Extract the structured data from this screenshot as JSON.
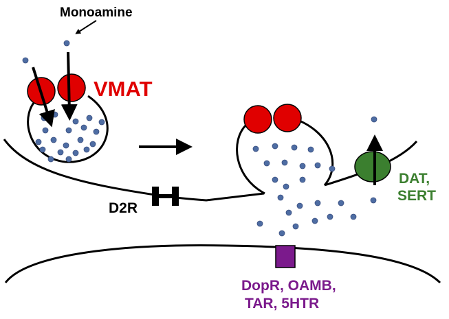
{
  "labels": {
    "monoamine": "Monoamine",
    "vmat": "VMAT",
    "d2r": "D2R",
    "transporter_line1": "DAT,",
    "transporter_line2": "SERT",
    "receptors_line1": "DopR, OAMB,",
    "receptors_line2": "TAR, 5HTR"
  },
  "colors": {
    "vmat": "#e00000",
    "transporter": "#3b7f2f",
    "receptor": "#7b1a8c",
    "monoamine_dot": "#4e6da3",
    "line": "#000000"
  }
}
